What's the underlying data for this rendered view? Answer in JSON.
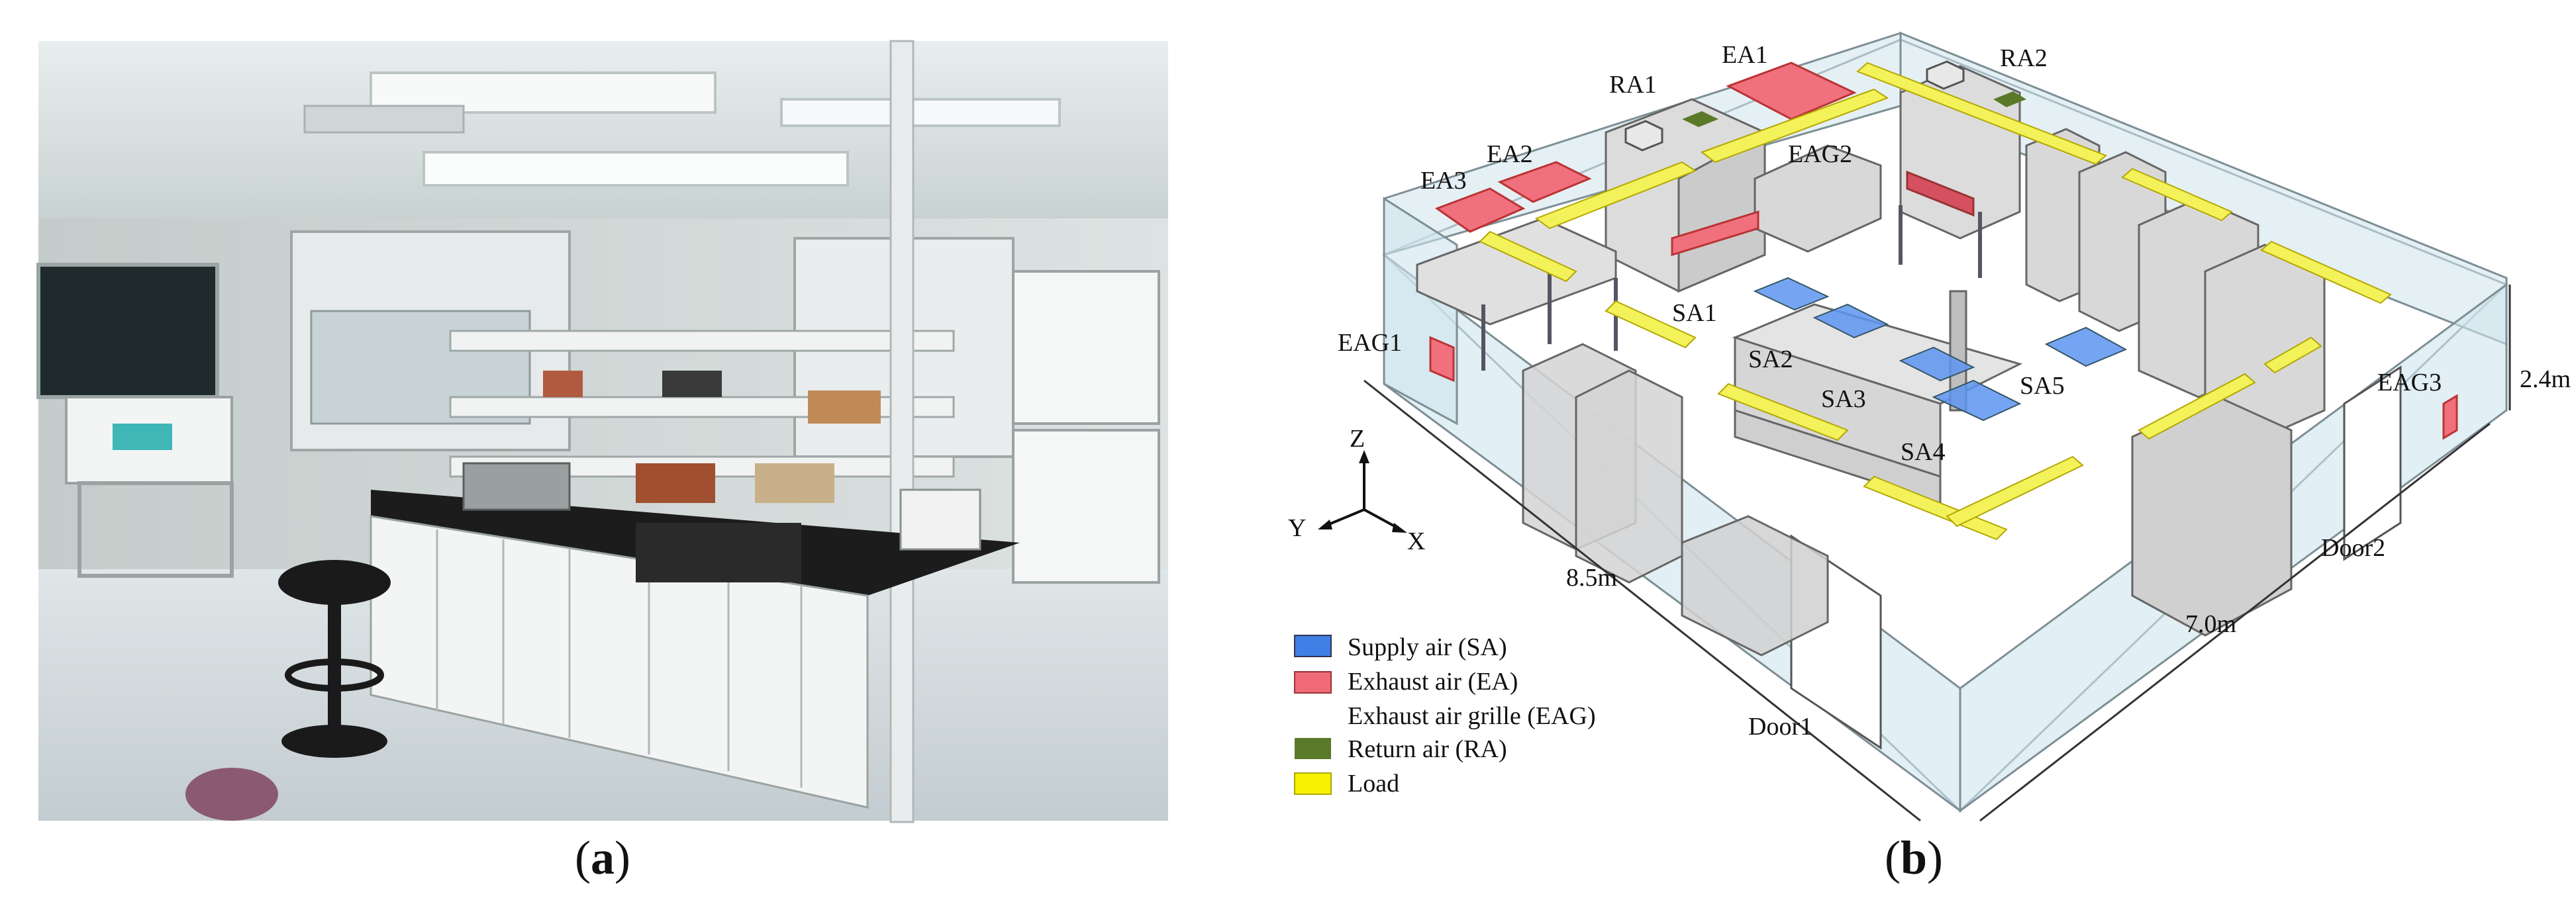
{
  "captions": {
    "a": {
      "open": "(",
      "letter": "a",
      "close": ")"
    },
    "b": {
      "open": "(",
      "letter": "b",
      "close": ")"
    }
  },
  "photo": {
    "description_icon": "laboratory-photo"
  },
  "diagram": {
    "labels": {
      "ra1": "RA1",
      "ea1": "EA1",
      "ra2": "RA2",
      "ea3": "EA3",
      "ea2": "EA2",
      "eag2": "EAG2",
      "eag1": "EAG1",
      "eag3": "EAG3",
      "sa1": "SA1",
      "sa2": "SA2",
      "sa3": "SA3",
      "sa4": "SA4",
      "sa5": "SA5",
      "door1": "Door1",
      "door2": "Door2"
    },
    "dimensions": {
      "length": "8.5m",
      "width": "7.0m",
      "height": "2.4m"
    },
    "axes": {
      "z": "Z",
      "y": "Y",
      "x": "X"
    },
    "legend": [
      {
        "label": "Supply air (SA)",
        "color": "#3f7fe6"
      },
      {
        "label": "Exhaust air (EA)",
        "color": "#f06a78"
      },
      {
        "label": "Exhaust air grille (EAG)",
        "color": ""
      },
      {
        "label": "Return air (RA)",
        "color": "#5a7a2a"
      },
      {
        "label": "Load",
        "color": "#f7f000"
      }
    ],
    "colors": {
      "supply": "#5d95f0",
      "exhaust": "#f0707e",
      "return": "#5a7a2a",
      "load": "#f4f25a",
      "wall": "#cfe4ec",
      "cabinet": "#dcdcdc"
    }
  }
}
